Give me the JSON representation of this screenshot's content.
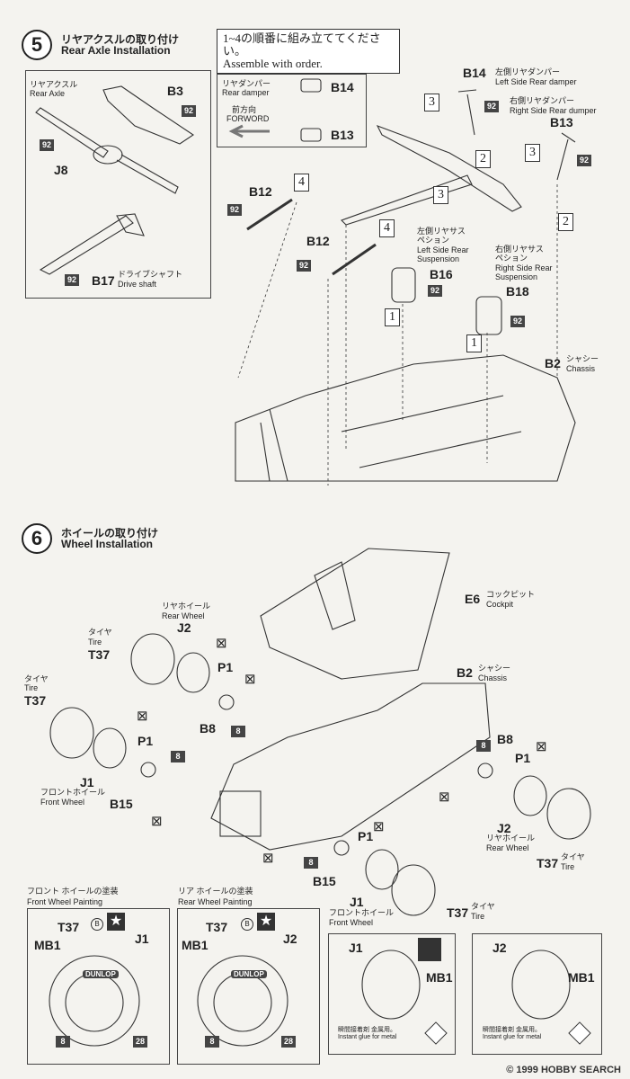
{
  "step5": {
    "number": "5",
    "title_jp": "リヤアクスルの取り付け",
    "title_en": "Rear Axle Installation",
    "note_line1": "1~4の順番に組み立ててください。",
    "note_line2": "Assemble with order.",
    "inset": {
      "rear_axle_jp": "リヤアクスル",
      "rear_axle_en": "Rear Axle",
      "b3": "B3",
      "j8": "J8",
      "b17": "B17",
      "driveshaft_jp": "ドライブシャフト",
      "driveshaft_en": "Drive shaft",
      "paint": "92"
    },
    "damper_box": {
      "jp": "リヤダンパー",
      "en": "Rear damper",
      "forward_jp": "前方向",
      "forward_en": "FORWORD",
      "b14": "B14",
      "b13": "B13"
    },
    "labels": {
      "b14": "B14",
      "b14_jp": "左側リヤダンパー",
      "b14_en": "Left Side Rear damper",
      "b13": "B13",
      "b13_jp": "右側リヤダンパー",
      "b13_en": "Right Side Rear dumper",
      "b12a": "B12",
      "b12b": "B12",
      "b16": "B16",
      "b16_jp1": "左側リヤサス",
      "b16_jp2": "ペション",
      "b16_en1": "Left Side Rear",
      "b16_en2": "Suspension",
      "b18": "B18",
      "b18_jp1": "右側リヤサス",
      "b18_jp2": "ペション",
      "b18_en1": "Right Side Rear",
      "b18_en2": "Suspension",
      "b2": "B2",
      "b2_jp": "シャシー",
      "b2_en": "Chassis",
      "paint": "92"
    },
    "order_marks": [
      "1",
      "2",
      "3",
      "4"
    ]
  },
  "step6": {
    "number": "6",
    "title_jp": "ホイールの取り付け",
    "title_en": "Wheel Installation",
    "labels": {
      "e6": "E6",
      "e6_jp": "コックピット",
      "e6_en": "Cockpit",
      "b2": "B2",
      "b2_jp": "シャシー",
      "b2_en": "Chassis",
      "rear_wheel_jp": "リヤホイール",
      "rear_wheel_en": "Rear Wheel",
      "front_wheel_jp": "フロントホイール",
      "front_wheel_en": "Front Wheel",
      "tire_jp": "タイヤ",
      "tire_en": "Tire",
      "t37": "T37",
      "j1": "J1",
      "j2": "J2",
      "p1": "P1",
      "b8": "B8",
      "b15": "B15",
      "paint8": "8"
    },
    "front_painting": {
      "title_jp": "フロント ホイールの塗装",
      "title_en": "Front Wheel Painting",
      "t37": "T37",
      "mb1": "MB1",
      "j1": "J1",
      "b": "B",
      "c8": "8",
      "c28": "28",
      "brand": "DUNLOP"
    },
    "rear_painting": {
      "title_jp": "リア ホイールの塗装",
      "title_en": "Rear Wheel Painting",
      "t37": "T37",
      "mb1": "MB1",
      "j2": "J2",
      "b": "B",
      "c8": "8",
      "c28": "28",
      "brand": "DUNLOP"
    },
    "glue_box_j1": {
      "part": "J1",
      "mb1": "MB1",
      "glue_jp": "瞬間接着剤 金属用。",
      "glue_en": "Instant glue for metal"
    },
    "glue_box_j2": {
      "part": "J2",
      "mb1": "MB1",
      "glue_jp": "瞬間接着剤 金属用。",
      "glue_en": "Instant glue for metal"
    }
  },
  "watermark": "HOBBY SEARCH",
  "watermark_mark": "© 1999"
}
